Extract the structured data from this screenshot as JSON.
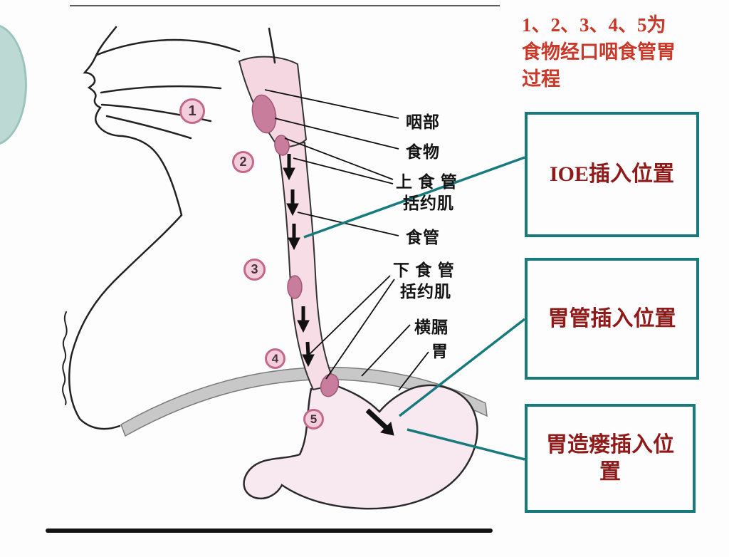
{
  "note": {
    "lines": [
      "1、2、3、4、5为",
      "食物经口咽食管胃",
      "过程"
    ]
  },
  "anatomy_labels": {
    "pharynx": "咽部",
    "food": "食物",
    "upper_sphincter_l1": "上 食 管",
    "upper_sphincter_l2": "括约肌",
    "esophagus": "食管",
    "lower_sphincter_l1": "下 食 管",
    "lower_sphincter_l2": "括约肌",
    "diaphragm": "横膈",
    "stomach": "胃"
  },
  "steps": [
    "1",
    "2",
    "3",
    "4",
    "5"
  ],
  "callouts": {
    "ioe": "IOE插入位置",
    "gastric_tube": "胃管插入位置",
    "gastrostomy": "胃造瘘插入位置"
  },
  "colors": {
    "accent_teal": "#187a7c",
    "callout_text_red": "#8e1a1a",
    "note_red": "#c9392a",
    "esophagus_pink": "#f6dde6",
    "bolus_mauve": "#c77d9b",
    "diaphragm_gray": "#c8c8c8"
  }
}
